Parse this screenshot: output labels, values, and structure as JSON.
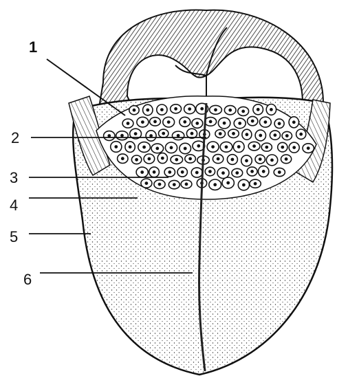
{
  "labels": [
    {
      "id": 1,
      "text": "1"
    },
    {
      "id": 2,
      "text": "2"
    },
    {
      "id": 3,
      "text": "3"
    },
    {
      "id": 4,
      "text": "4"
    },
    {
      "id": 5,
      "text": "5"
    },
    {
      "id": 6,
      "text": "6"
    }
  ],
  "colors": {
    "ink": "#111111",
    "paper": "#ffffff",
    "shade": "#222222"
  }
}
